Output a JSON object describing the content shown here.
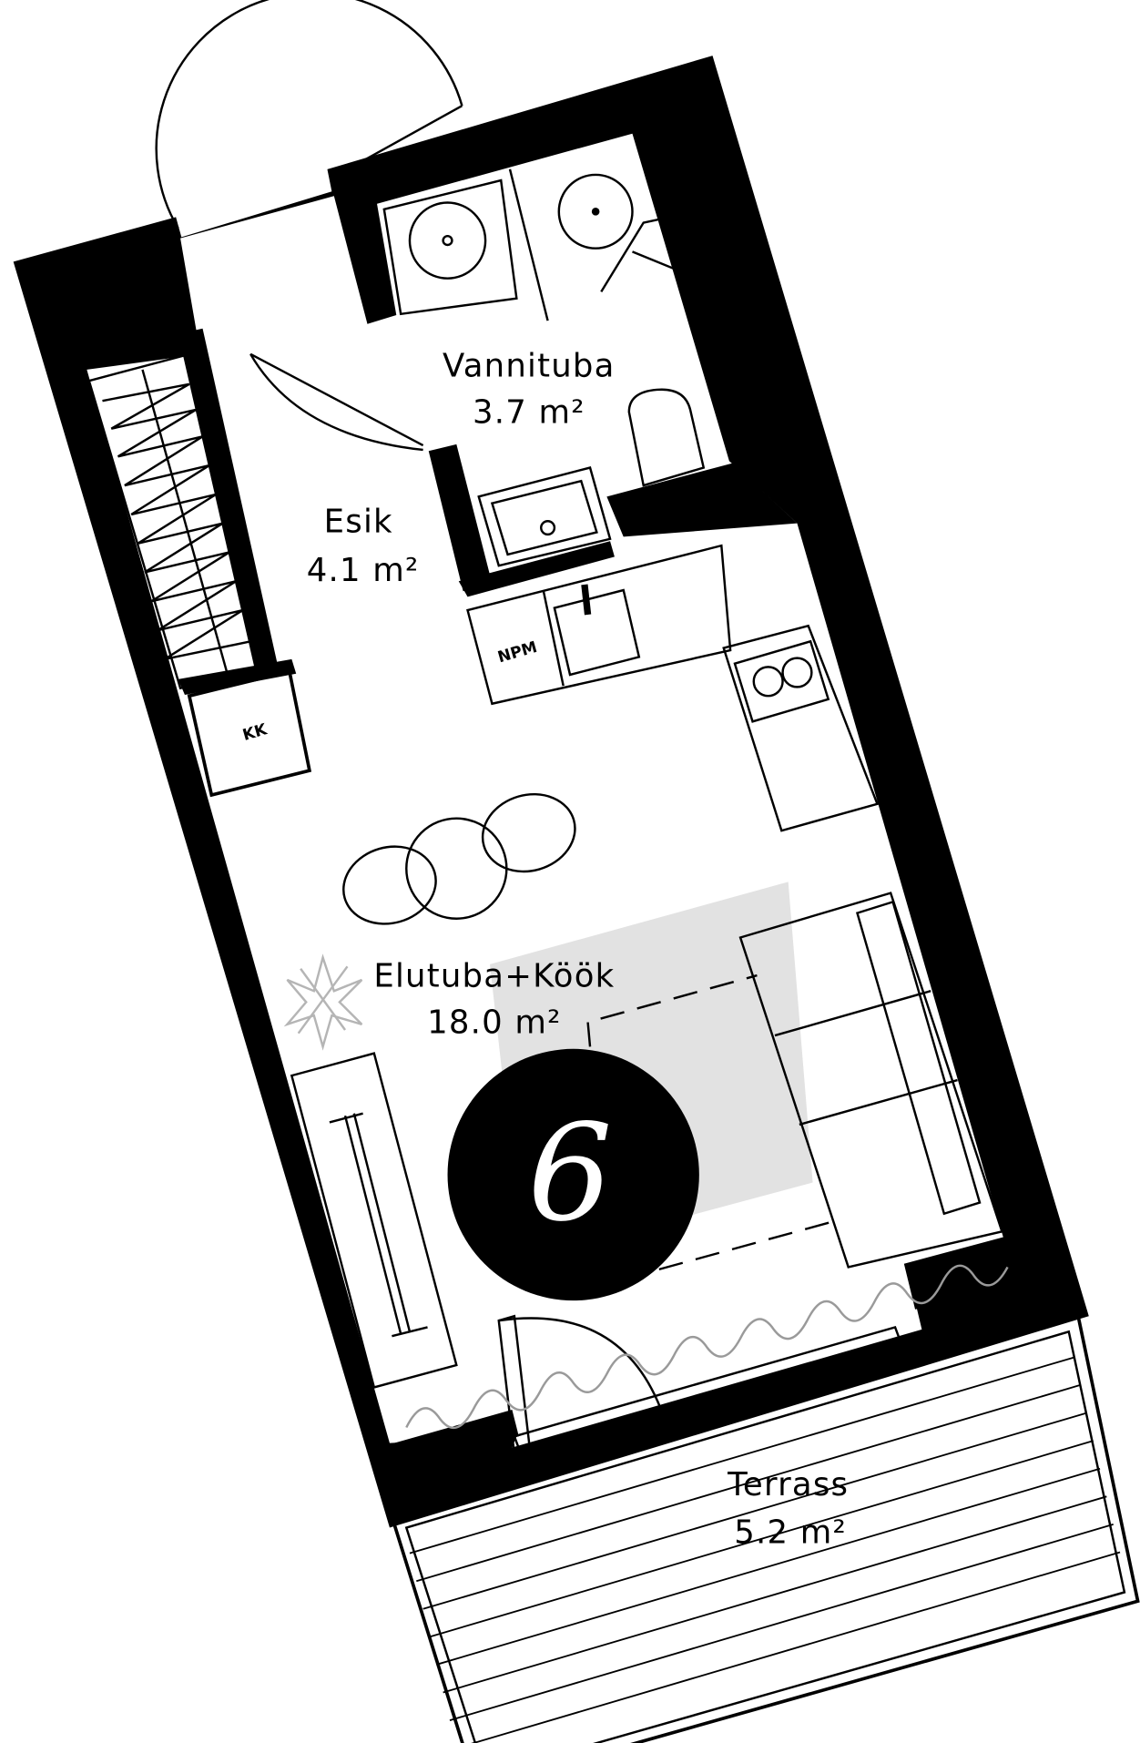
{
  "plan": {
    "apartment_number": "6",
    "colors": {
      "wall": "#000000",
      "floor": "#ffffff",
      "rug": "#e2e2e2",
      "plant": "#b5b5b5",
      "curtain": "#9a9a9a"
    },
    "rooms": [
      {
        "name": "Vannituba",
        "area": "3.7 m²"
      },
      {
        "name": "Esik",
        "area": "4.1 m²"
      },
      {
        "name": "Elutuba+Köök",
        "area": "18.0 m²"
      },
      {
        "name": "Terrass",
        "area": "5.2 m²"
      }
    ],
    "fixtures": {
      "kk": "KK",
      "npm": "NPM"
    }
  }
}
